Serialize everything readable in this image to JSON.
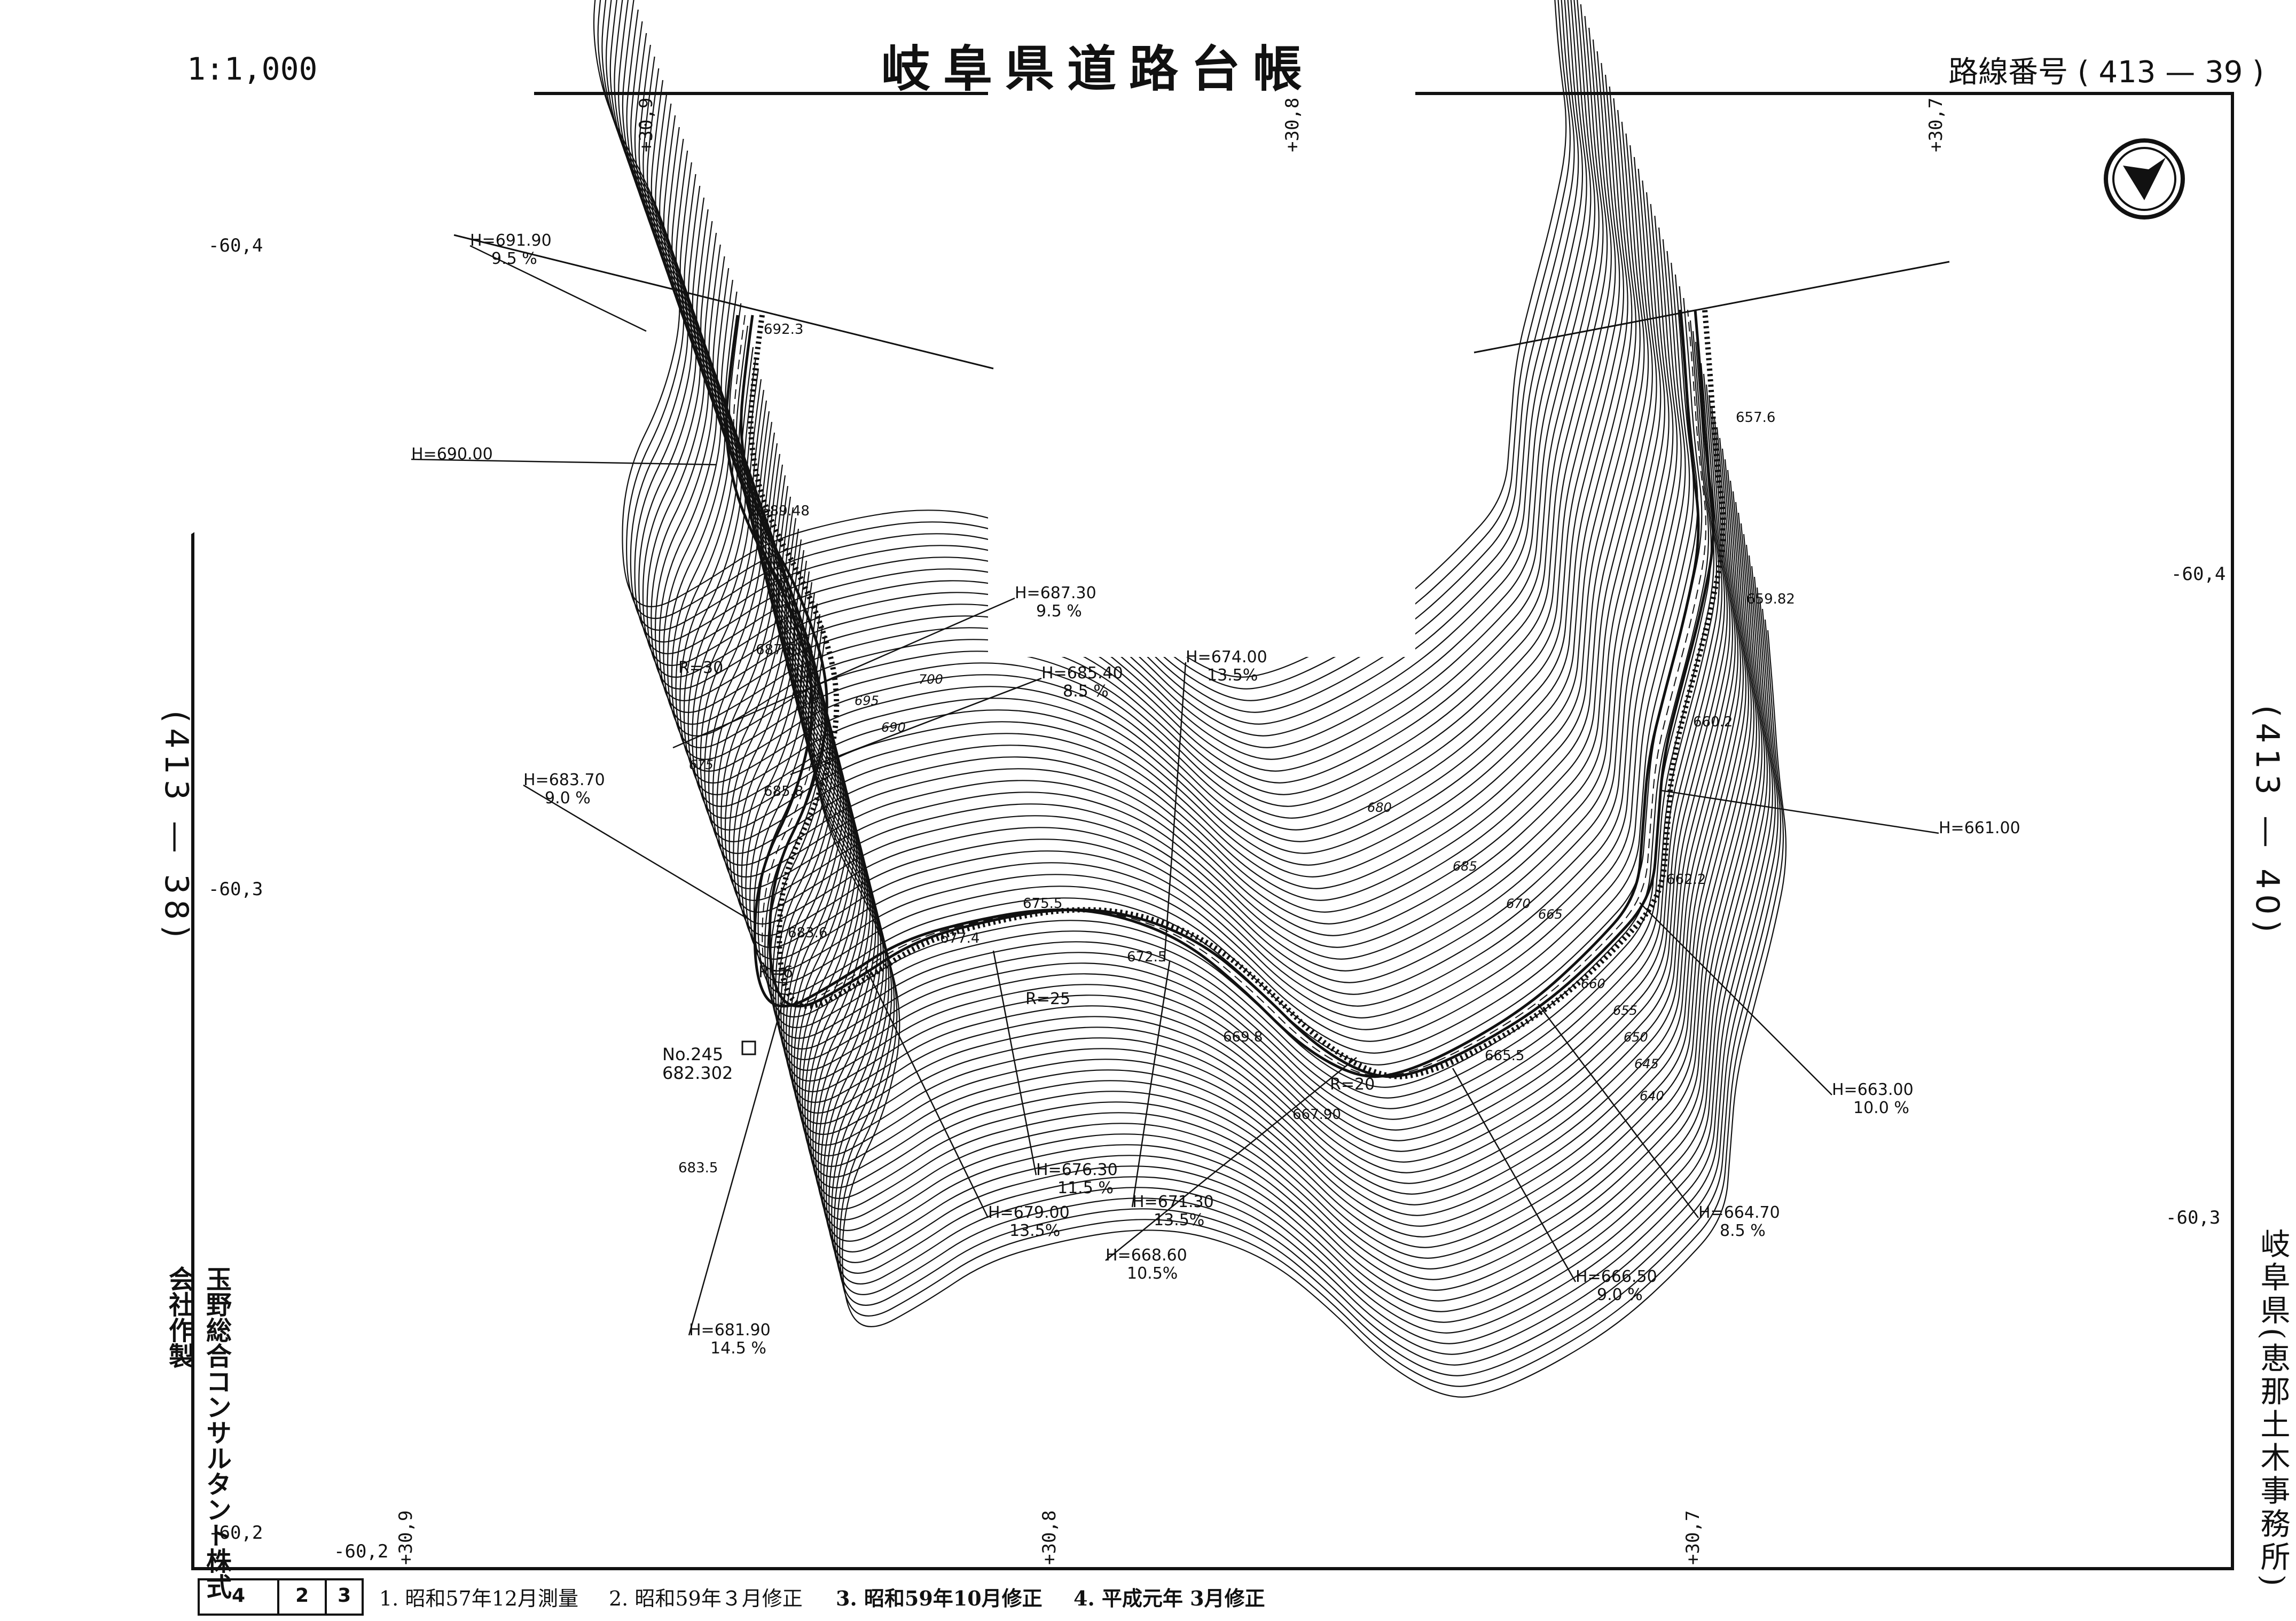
{
  "header": {
    "title": "岐阜県道路台帳",
    "scale": "1:1,000",
    "route_label": "路線番号",
    "route_open": "(",
    "route_number": "413",
    "route_dash": "—",
    "route_sheet": "39",
    "route_close": ")"
  },
  "adjacent_sheets": {
    "left": "(413 — 38)",
    "right": "(413 — 40)"
  },
  "office": "岐阜県(恵那土木事務所)",
  "maker": "玉野総合コンサルタント株式会社作製",
  "edge_coords": {
    "top": [
      "+30,9",
      "+30,8",
      "+30,7"
    ],
    "bottom": [
      "+30,9",
      "+30,8",
      "+30,7"
    ],
    "left": [
      "-60,4",
      "-60,3",
      "-60,2"
    ],
    "right": [
      "-60,4",
      "-60,3"
    ],
    "bottom_left_extra": "-60,2"
  },
  "footer": {
    "sheet_boxes": [
      "4",
      "2",
      "3"
    ],
    "revisions": [
      "1. 昭和57年12月測量",
      "2. 昭和59年３月修正",
      "3. 昭和59年10月修正",
      "4. 平成元年 3月修正"
    ]
  },
  "grade_labels": [
    {
      "h": "H=691.90",
      "g": "9.5 %"
    },
    {
      "h": "H=690.00",
      "g": ""
    },
    {
      "h": "H=687.30",
      "g": "9.5 %"
    },
    {
      "h": "H=685.40",
      "g": "8.5 %"
    },
    {
      "h": "H=683.70",
      "g": "9.0 %"
    },
    {
      "h": "H=674.00",
      "g": "13.5%"
    },
    {
      "h": "H=681.90",
      "g": "14.5 %"
    },
    {
      "h": "H=679.00",
      "g": "13.5%"
    },
    {
      "h": "H=676.30",
      "g": "11.5 %"
    },
    {
      "h": "H=671.30",
      "g": "13.5%"
    },
    {
      "h": "H=668.60",
      "g": "10.5%"
    },
    {
      "h": "H=666.50",
      "g": "9.0 %"
    },
    {
      "h": "H=664.70",
      "g": "8.5 %"
    },
    {
      "h": "H=663.00",
      "g": "10.0 %"
    },
    {
      "h": "H=661.00",
      "g": ""
    }
  ],
  "spot_heights": [
    "692.3",
    "689.48",
    "687.6",
    "685.8",
    "683.6",
    "683.5",
    "677.4",
    "675.5",
    "672.5",
    "669.8",
    "667.90",
    "665.5",
    "662.2",
    "660.2",
    "659.82",
    "657.6"
  ],
  "contour_values": [
    "700",
    "695",
    "690",
    "685",
    "680",
    "675",
    "670",
    "665",
    "660",
    "655",
    "650",
    "645",
    "640"
  ],
  "curve_radii": [
    "R=30",
    "R=25",
    "R=20",
    "R=6"
  ],
  "benchmark": {
    "name": "No.245",
    "value": "682.302"
  },
  "colors": {
    "ink": "#111111",
    "paper": "#ffffff"
  }
}
